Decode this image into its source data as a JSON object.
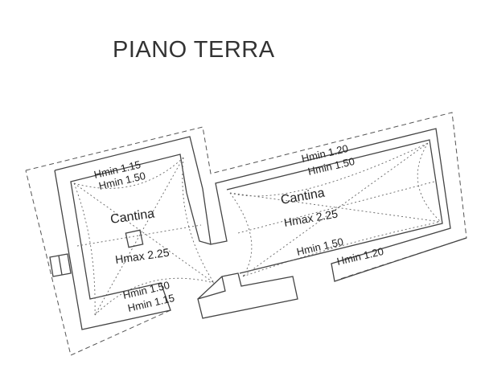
{
  "title": "PIANO TERRA",
  "rooms": [
    {
      "name": "Cantina",
      "hmax": "Hmax 2.25",
      "hmin_labels": [
        "Hmin 1.15",
        "Hmin 1.50",
        "Hmin 1.50",
        "Hmin 1.15"
      ]
    },
    {
      "name": "Cantina",
      "hmax": "Hmax 2.25",
      "hmin_labels": [
        "Hmin 1.20",
        "Hmin 1.50",
        "Hmin 1.50",
        "Hmin 1.20"
      ]
    }
  ]
}
